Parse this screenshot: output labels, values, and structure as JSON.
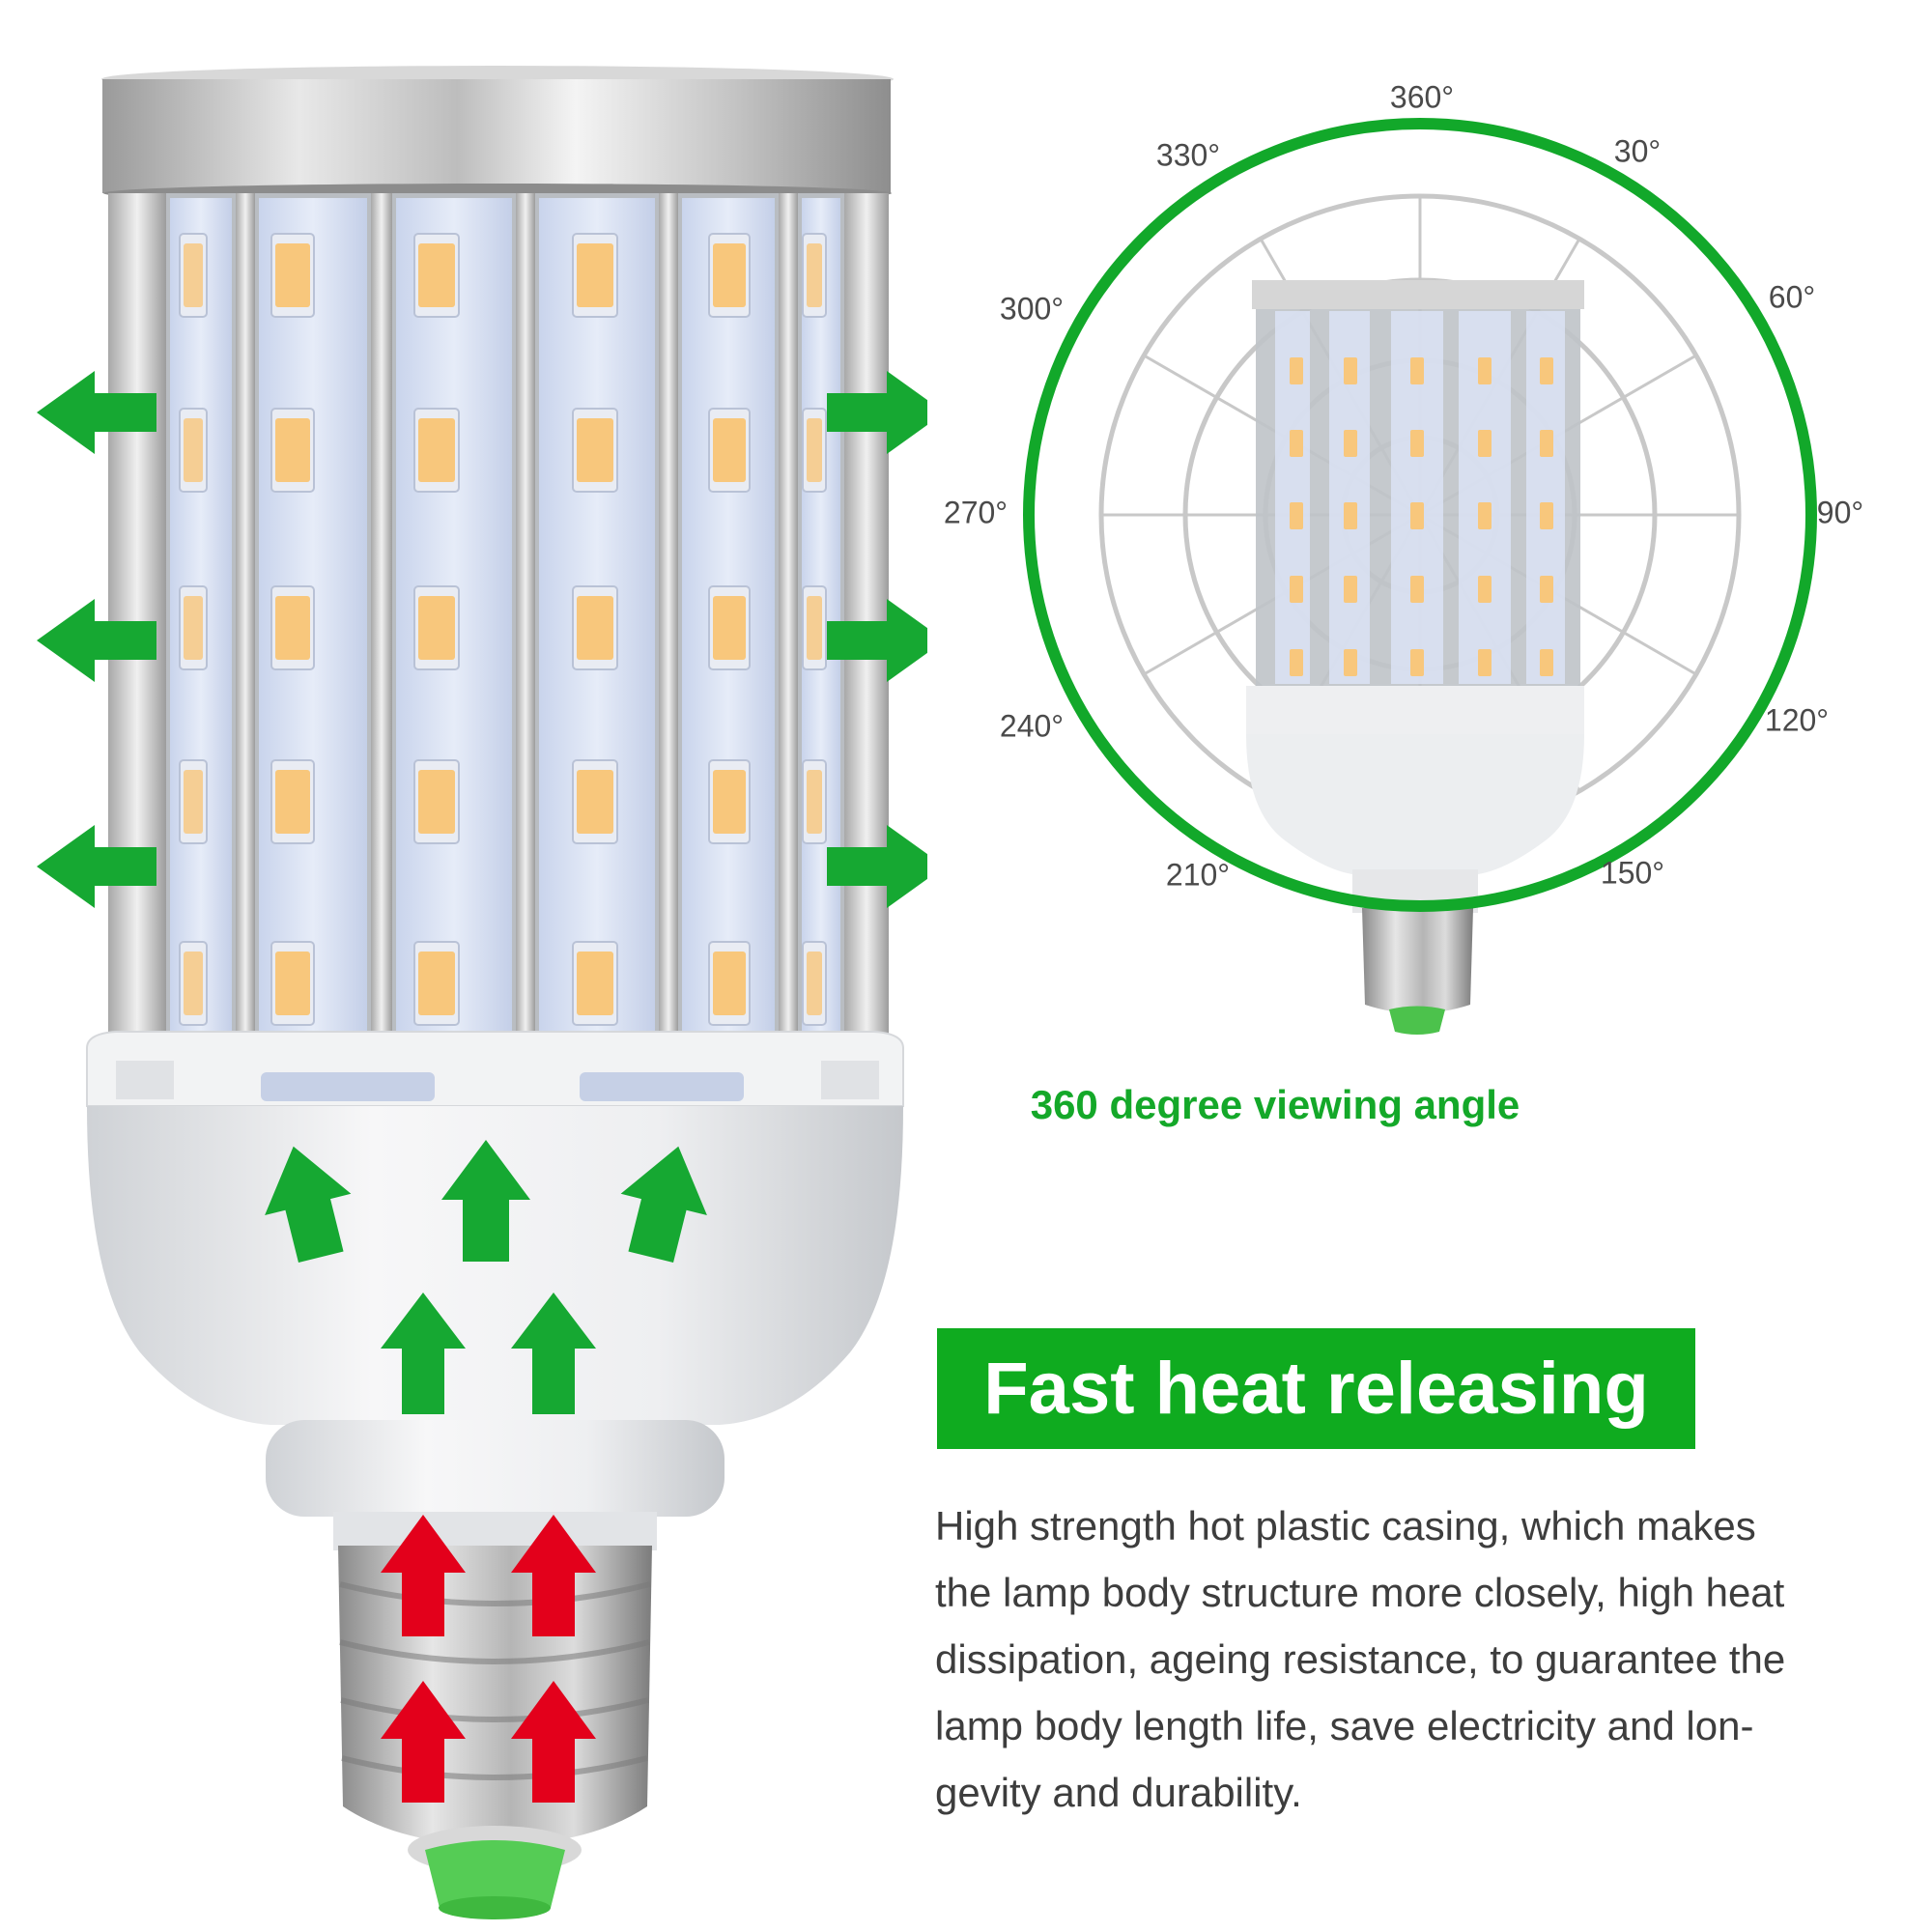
{
  "polar": {
    "angles": [
      "360°",
      "30°",
      "60°",
      "90°",
      "120°",
      "150°",
      "210°",
      "240°",
      "270°",
      "300°",
      "330°"
    ],
    "ring_color": "#12a82a"
  },
  "caption": "360 degree viewing angle",
  "heading": "Fast heat releasing",
  "description_lines": [
    "High strength hot plastic casing, which makes",
    "the lamp body structure more closely, high heat",
    "dissipation, ageing resistance, to guarantee the",
    "lamp body length life, save electricity and lon-",
    "gevity and durability."
  ],
  "colors": {
    "green_arrow": "#16a832",
    "red_arrow": "#e3001b",
    "banner": "#0fab1f",
    "led_chip": "#f8c77c"
  }
}
